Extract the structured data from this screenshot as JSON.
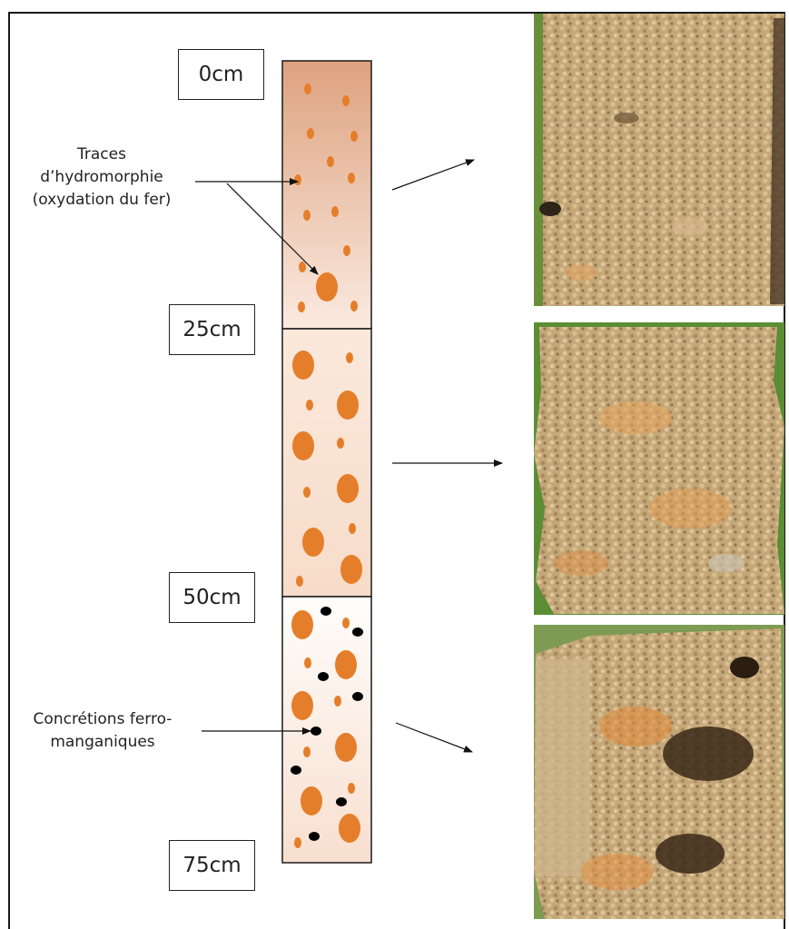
{
  "depth_labels": [
    "0cm",
    "25cm",
    "50cm",
    "75cm"
  ],
  "annotations": {
    "hydromorphie": {
      "line1": "Traces",
      "line2": "d’hydromorphie",
      "line3": "(oxydation du fer)"
    },
    "concretions": {
      "line1": "Concrétions ferro-",
      "line2": "manganiques"
    }
  },
  "colors": {
    "iron_spot": "#e57e2a",
    "mn_concretion": "#000000",
    "horizon_top": "#dda27f",
    "horizon_light": "#fbece2",
    "border": "#1a1a1a"
  },
  "photos": [
    {
      "label": "soil-photo-horizon-1"
    },
    {
      "label": "soil-photo-horizon-2"
    },
    {
      "label": "soil-photo-horizon-3"
    }
  ]
}
